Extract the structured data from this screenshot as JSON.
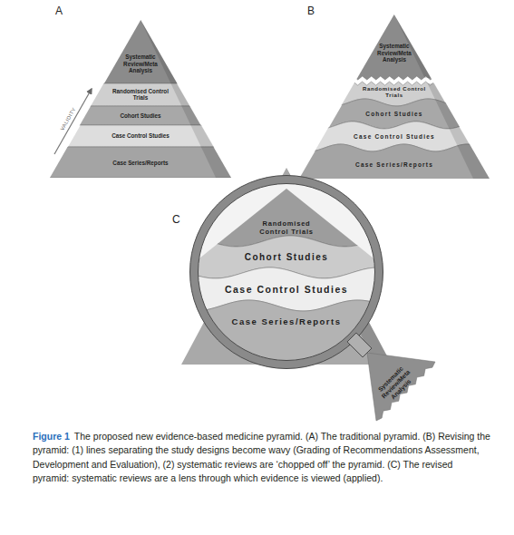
{
  "diagram": {
    "caption": "The proposed new evidence-based medicine pyramid. (A) The traditional pyramid. (B) Revising the pyramid: (1) lines separating the study designs become wavy (Grading of Recommendations Assessment, Development and Evaluation), (2) systematic reviews are ‘chopped off’ the pyramid. (C) The revised pyramid: systematic reviews are a lens through which evidence is viewed (applied).",
    "nodes": [
      {
        "text": [
          "Systematic Review/Meta Analysis"
        ]
      },
      {
        "text": [
          "Randomised Control Trials"
        ]
      },
      {
        "text": [
          "Cohort Studies"
        ]
      },
      {
        "text": [
          "Case Control Studies"
        ]
      },
      {
        "text": [
          "Case Series/Reports"
        ]
      },
      {
        "text": [
          "Systematic Review/Meta Analysis"
        ]
      },
      {
        "text": [
          "Randomised Control Trials"
        ]
      },
      {
        "text": [
          "Cohort Studies"
        ]
      },
      {
        "text": [
          "Case Control Studies"
        ]
      },
      {
        "text": [
          "Case Series/Reports"
        ]
      },
      {
        "text": [
          "Randomised Control Trials"
        ]
      },
      {
        "text": [
          "Cohort Studies"
        ]
      },
      {
        "text": [
          "Case Control Studies"
        ]
      },
      {
        "text": [
          "Case Series/Reports"
        ]
      },
      {
        "text": [
          "Systematic Review/Meta Analysis"
        ]
      }
    ],
    "labels": [
      "A",
      "B",
      "VALIDITY",
      "C",
      "Figure 1"
    ]
  }
}
